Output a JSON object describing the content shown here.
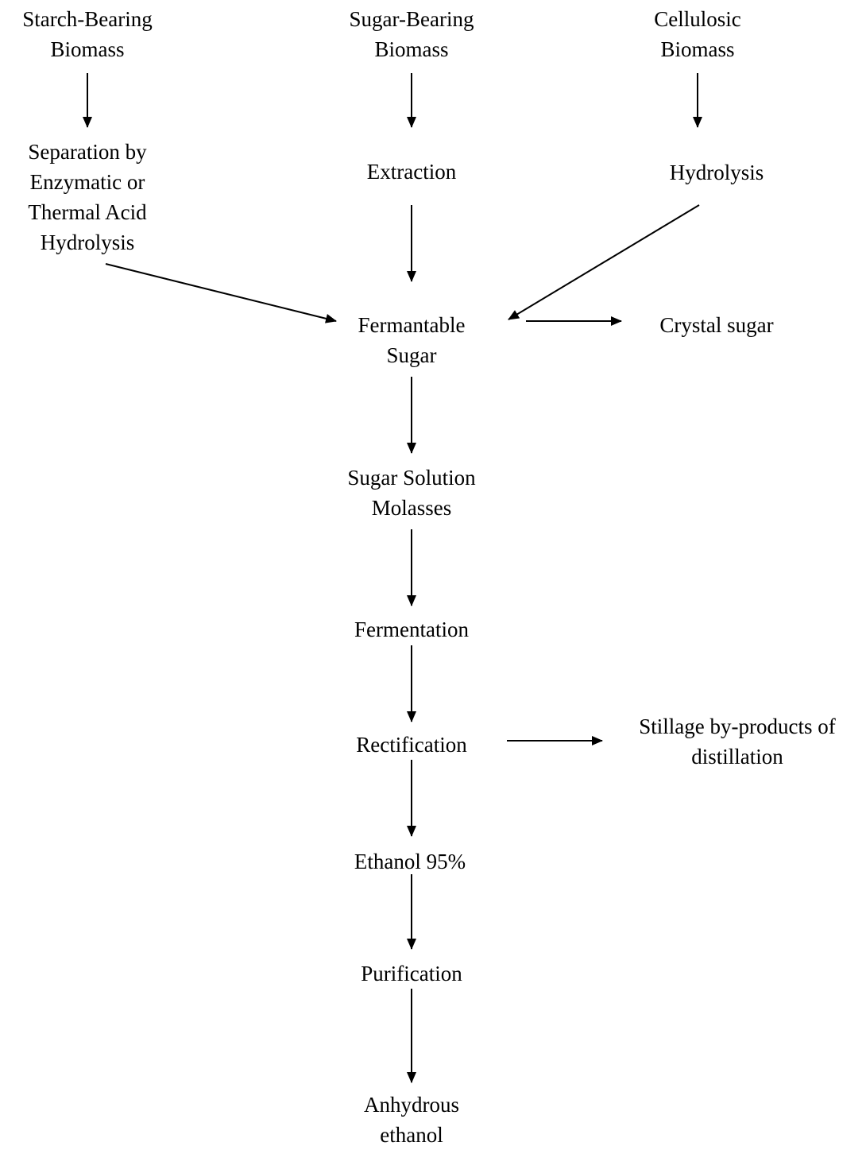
{
  "nodes": {
    "starch_biomass": [
      "Starch-Bearing",
      "Biomass"
    ],
    "sugar_biomass": [
      "Sugar-Bearing",
      "Biomass"
    ],
    "cellulosic_biomass": [
      "Cellulosic",
      "Biomass"
    ],
    "separation": [
      "Separation by",
      "Enzymatic or",
      "Thermal Acid",
      "Hydrolysis"
    ],
    "extraction": [
      "Extraction"
    ],
    "hydrolysis": [
      "Hydrolysis"
    ],
    "fermentable_sugar": [
      "Fermantable",
      "Sugar"
    ],
    "crystal_sugar": [
      "Crystal sugar"
    ],
    "sugar_solution": [
      "Sugar Solution",
      "Molasses"
    ],
    "fermentation": [
      "Fermentation"
    ],
    "rectification": [
      "Rectification"
    ],
    "stillage": [
      "Stillage by-products of",
      "distillation"
    ],
    "ethanol_95": [
      "Ethanol 95%"
    ],
    "purification": [
      "Purification"
    ],
    "anhydrous_ethanol": [
      "Anhydrous",
      "ethanol"
    ]
  },
  "edges": [
    {
      "from": "starch_biomass",
      "to": "separation"
    },
    {
      "from": "sugar_biomass",
      "to": "extraction"
    },
    {
      "from": "cellulosic_biomass",
      "to": "hydrolysis"
    },
    {
      "from": "extraction",
      "to": "fermentable_sugar"
    },
    {
      "from": "separation",
      "to": "fermentable_sugar"
    },
    {
      "from": "hydrolysis",
      "to": "fermentable_sugar"
    },
    {
      "from": "fermentable_sugar",
      "to": "crystal_sugar"
    },
    {
      "from": "fermentable_sugar",
      "to": "sugar_solution"
    },
    {
      "from": "sugar_solution",
      "to": "fermentation"
    },
    {
      "from": "fermentation",
      "to": "rectification"
    },
    {
      "from": "rectification",
      "to": "stillage"
    },
    {
      "from": "rectification",
      "to": "ethanol_95"
    },
    {
      "from": "ethanol_95",
      "to": "purification"
    },
    {
      "from": "purification",
      "to": "anhydrous_ethanol"
    }
  ]
}
